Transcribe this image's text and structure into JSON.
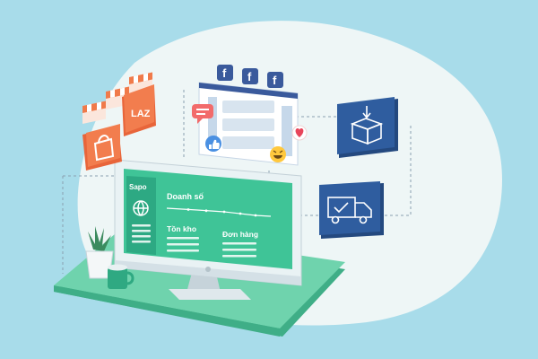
{
  "brand": {
    "name": "Sapo"
  },
  "dashboard": {
    "sales_label": "Doanh số",
    "inventory_label": "Tồn kho",
    "orders_label": "Đơn hàng"
  },
  "marketplace": {
    "lazada_label": "LAZ"
  },
  "social": {
    "facebook_tab_1": "f",
    "facebook_tab_2": "f",
    "facebook_tab_3": "f"
  },
  "icons": [
    "shop-awning-icon",
    "shopee-bag-icon",
    "lazada-icon",
    "facebook-icon",
    "chat-bubble-icon",
    "like-icon",
    "heart-icon",
    "laugh-emoji-icon",
    "package-box-icon",
    "delivery-truck-icon",
    "plant-icon",
    "mug-icon",
    "monitor-icon"
  ],
  "colors": {
    "background": "#a8dcea",
    "blob": "#eef6f6",
    "platform": "#5ecaa0",
    "screen_green": "#3fc497",
    "facebook_blue": "#3a5a9c",
    "box_tile": "#2f5d9f",
    "shop_orange": "#f07a4a"
  }
}
